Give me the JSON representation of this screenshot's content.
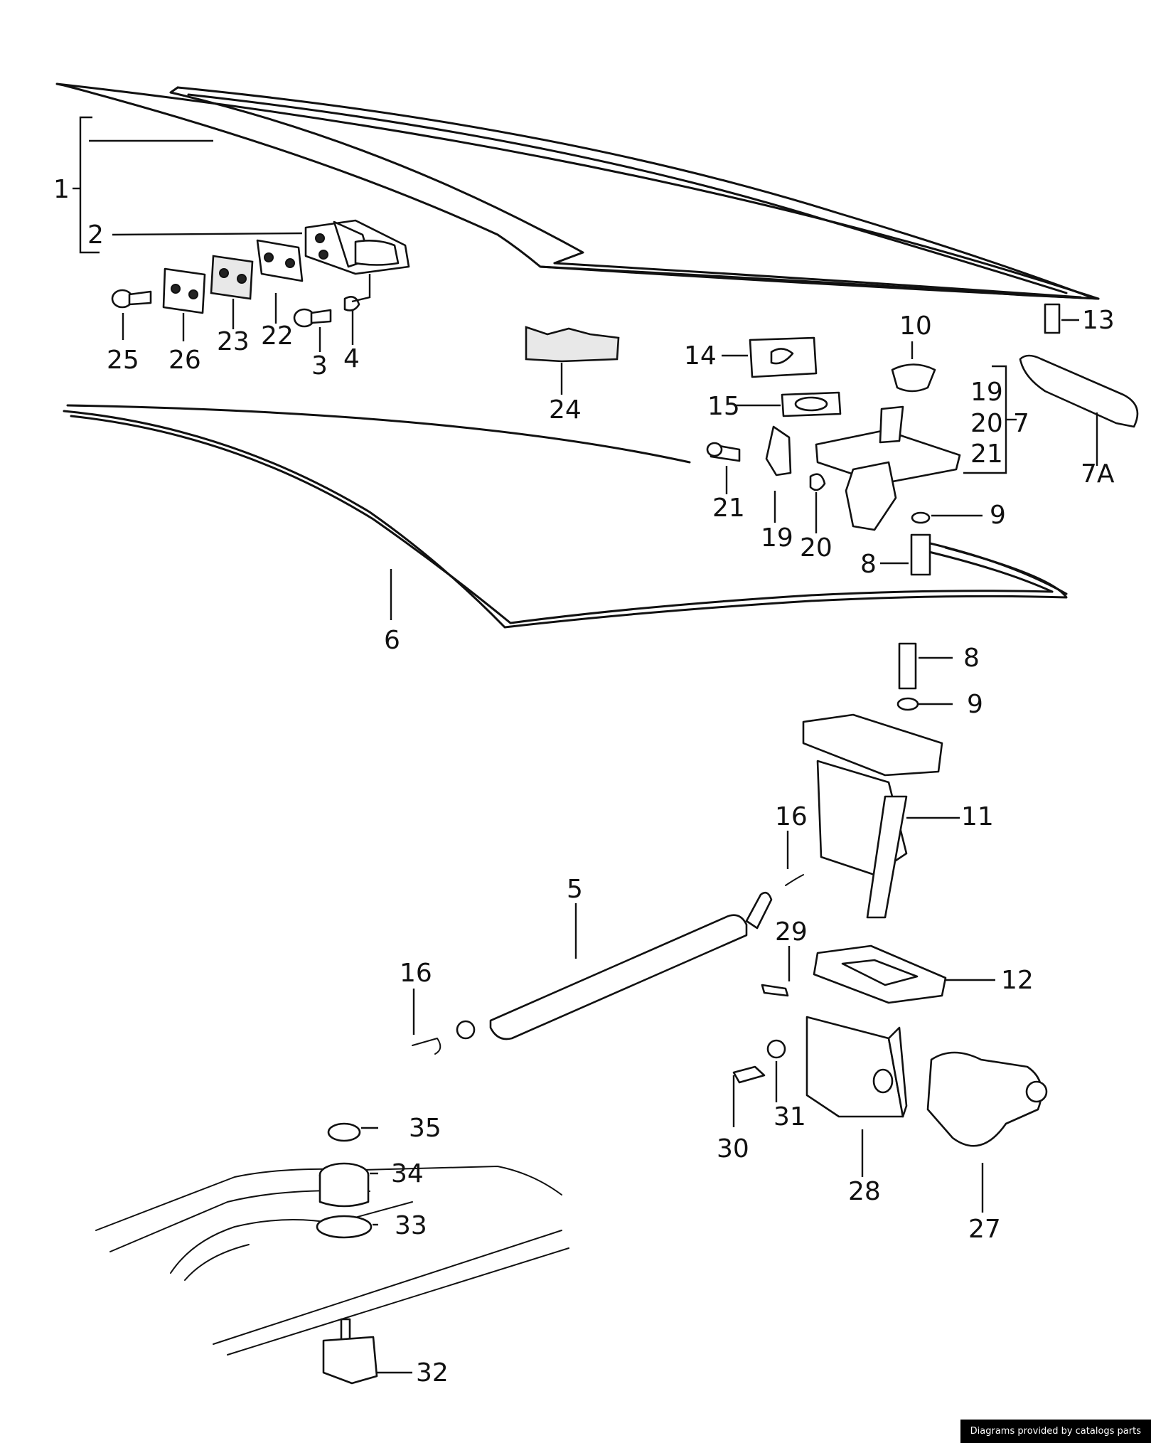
{
  "labels": {
    "p1": "1",
    "p2": "2",
    "p3": "3",
    "p4": "4",
    "p5": "5",
    "p6": "6",
    "p7": "7",
    "p7a": "7A",
    "p8a": "8",
    "p8b": "8",
    "p9a": "9",
    "p9b": "9",
    "p10": "10",
    "p11": "11",
    "p12": "12",
    "p13": "13",
    "p14": "14",
    "p15": "15",
    "p16a": "16",
    "p16b": "16",
    "p19a": "19",
    "p19b": "19",
    "p20a": "20",
    "p20b": "20",
    "p21a": "21",
    "p21b": "21",
    "p22": "22",
    "p23": "23",
    "p24": "24",
    "p25": "25",
    "p26": "26",
    "p27": "27",
    "p28": "28",
    "p29": "29",
    "p30": "30",
    "p31": "31",
    "p32": "32",
    "p33": "33",
    "p34": "34",
    "p35": "35"
  },
  "credit": "Diagrams provided by catalogs parts"
}
